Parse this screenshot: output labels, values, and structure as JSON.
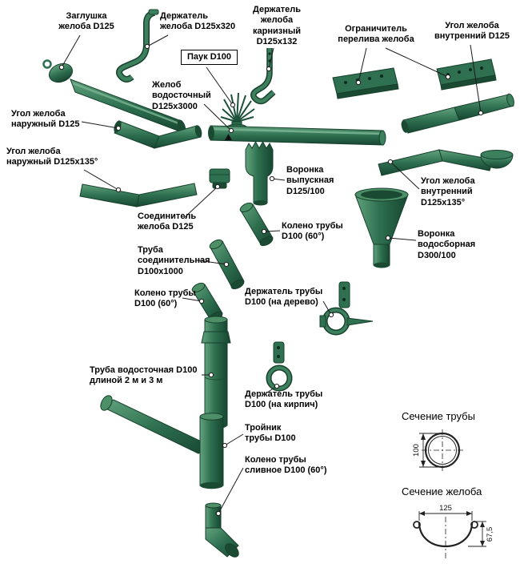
{
  "callouts": [
    {
      "text": "Заглушка\nжелоба D125"
    },
    {
      "text": "Держатель\nжелоба D125x320"
    },
    {
      "text": "Держатель\nжелоба\nкарнизный\nD125x132"
    },
    {
      "text": "Ограничитель\nперелива желоба"
    },
    {
      "text": "Угол желоба\nвнутренний D125"
    },
    {
      "text": "Паук D100"
    },
    {
      "text": "Желоб\nводосточный\nD125x3000"
    },
    {
      "text": "Угол желоба\nнаружный D125"
    },
    {
      "text": "Угол желоба\nнаружный D125x135°"
    },
    {
      "text": "Воронка\nвыпускная\nD125/100"
    },
    {
      "text": "Угол желоба\nвнутренний\nD125x135°"
    },
    {
      "text": "Соединитель\nжелоба D125"
    },
    {
      "text": "Колено трубы\nD100 (60°)"
    },
    {
      "text": "Воронка\nводосборная\nD300/100"
    },
    {
      "text": "Труба\nсоединительная\nD100x1000"
    },
    {
      "text": "Колено трубы\nD100 (60°)"
    },
    {
      "text": "Держатель трубы\nD100 (на дерево)"
    },
    {
      "text": "Труба водосточная D100\nдлиной 2 м и 3 м"
    },
    {
      "text": "Держатель трубы\nD100 (на кирпич)"
    },
    {
      "text": "Тройник\nтрубы D100"
    },
    {
      "text": "Колено трубы\nсливное D100 (60°)"
    }
  ],
  "sections": {
    "pipe": {
      "title": "Сечение трубы",
      "diameter": "100"
    },
    "gutter": {
      "title": "Сечение желоба",
      "width": "125",
      "height": "67,5"
    }
  },
  "colors": {
    "part_green": "#2e7050",
    "part_green_dark": "#1b4a33",
    "part_green_light": "#63a37e",
    "line": "#1a1a1a"
  }
}
